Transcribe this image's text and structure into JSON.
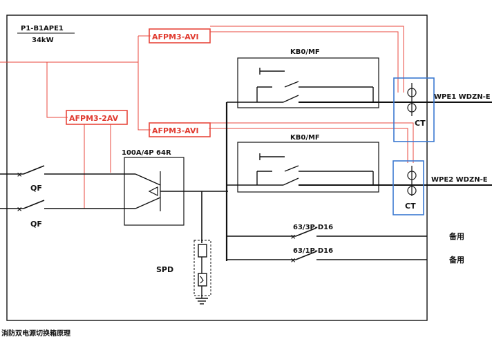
{
  "panel": {
    "id": "P1-B1APE1",
    "power": "34kW"
  },
  "monitors": {
    "top": "AFPM3-AVI",
    "mid": "AFPM3-AVI",
    "left": "AFPM3-2AV"
  },
  "ats": {
    "label": "100A/4P 64R"
  },
  "breakers": {
    "qf1": "QF",
    "qf2": "QF",
    "spare1": "63/3P-D16",
    "spare2": "63/1P-D16"
  },
  "modules": {
    "top": "KB0/MF",
    "bottom": "KB0/MF"
  },
  "ct": {
    "top": "CT",
    "bottom": "CT"
  },
  "feeders": {
    "top": "WPE1  WDZN-E",
    "bottom": "WPE2  WDZN-E"
  },
  "spd": {
    "label": "SPD"
  },
  "spare_labels": {
    "one": "备用",
    "two": "备用"
  },
  "footer": {
    "text": "消防双电源切换箱原理"
  },
  "colors": {
    "line": "#111111",
    "monitor": "#e8473c",
    "highlight": "#3a78d0"
  }
}
